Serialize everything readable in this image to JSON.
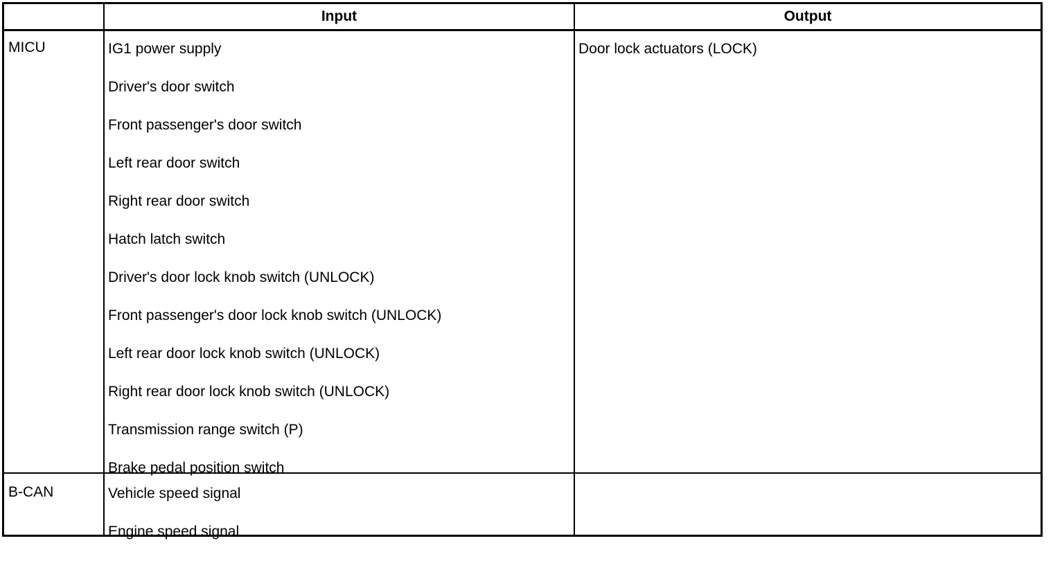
{
  "table": {
    "headers": {
      "ecu": "",
      "input": "Input",
      "output": "Output"
    },
    "rows": [
      {
        "ecu": "MICU",
        "inputs": [
          "IG1 power supply",
          "Driver's door switch",
          "Front passenger's door switch",
          "Left rear door switch",
          "Right rear door switch",
          "Hatch latch switch",
          "Driver's door lock knob switch (UNLOCK)",
          "Front passenger's door lock knob switch (UNLOCK)",
          "Left rear door lock knob switch (UNLOCK)",
          "Right rear door lock knob switch (UNLOCK)",
          "Transmission range switch (P)",
          "Brake pedal position switch"
        ],
        "outputs": [
          "Door lock actuators (LOCK)"
        ]
      },
      {
        "ecu": "B-CAN",
        "inputs": [
          "Vehicle speed signal",
          "Engine speed signal"
        ],
        "outputs": []
      }
    ]
  }
}
